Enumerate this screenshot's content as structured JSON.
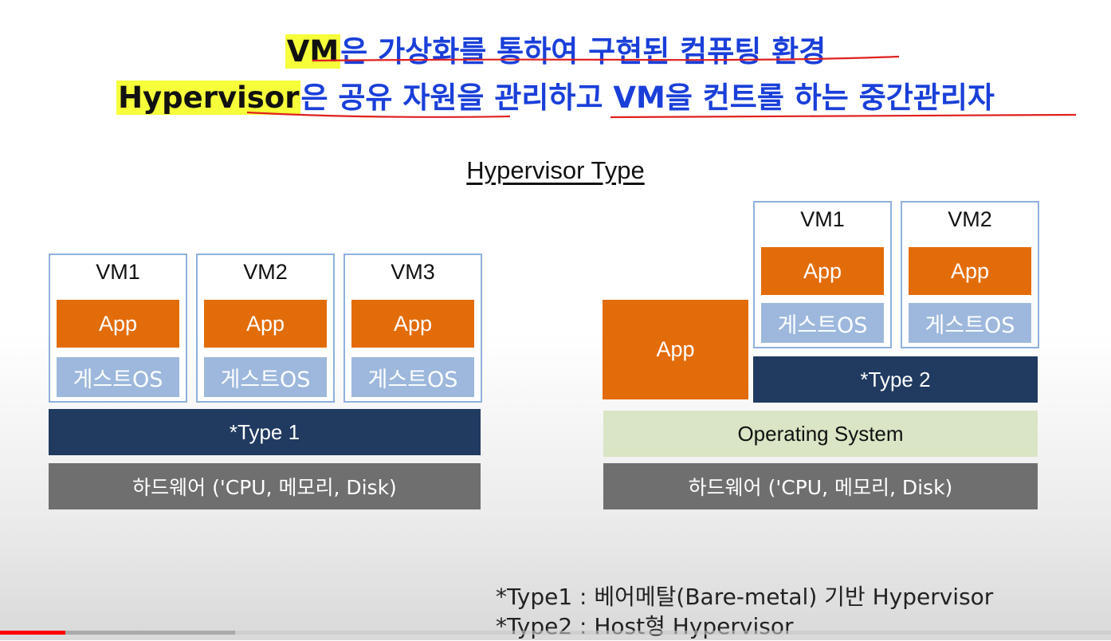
{
  "headline": {
    "line1": {
      "highlight": "VM",
      "rest": "은 가상화를 통하여 구현된 컴퓨팅 환경"
    },
    "line2": {
      "highlight": "Hypervisor",
      "rest": "은 공유 자원을 관리하고 VM을 컨트롤 하는 중간관리자"
    }
  },
  "subtitle": "Hypervisor Type",
  "type1": {
    "vms": [
      {
        "name": "VM1",
        "app": "App",
        "os": "게스트OS"
      },
      {
        "name": "VM2",
        "app": "App",
        "os": "게스트OS"
      },
      {
        "name": "VM3",
        "app": "App",
        "os": "게스트OS"
      }
    ],
    "hypervisor": "*Type 1",
    "hardware": "하드웨어 ('CPU, 메모리, Disk)"
  },
  "type2": {
    "host_app": "App",
    "vms": [
      {
        "name": "VM1",
        "app": "App",
        "os": "게스트OS"
      },
      {
        "name": "VM2",
        "app": "App",
        "os": "게스트OS"
      }
    ],
    "hypervisor": "*Type 2",
    "os": "Operating System",
    "hardware": "하드웨어 ('CPU, 메모리, Disk)"
  },
  "footnotes": [
    "*Type1 : 베어메탈(Bare-metal) 기반 Hypervisor",
    "*Type2 : Host형 Hypervisor"
  ],
  "colors": {
    "headline": "#1a3fd9",
    "highlight": "#f6ff3a",
    "app": "#e36c0a",
    "guest_os": "#9db8dc",
    "hypervisor": "#203a60",
    "hardware": "#6f6f6f",
    "operating_system": "#d9e5c4",
    "annotation_underline": "#e02020",
    "progress": "#ff0000"
  }
}
